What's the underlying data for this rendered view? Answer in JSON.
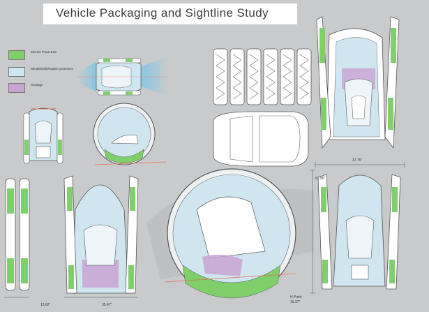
{
  "title": "Vehicle Packaging and Sightline Study",
  "legend": [
    {
      "label": "Electric Powertrain",
      "color": "#7fcf6a"
    },
    {
      "label": "Windshield/Weather protection",
      "color": "#c9e6f2"
    },
    {
      "label": "Stowage",
      "color": "#c9a3d4"
    }
  ],
  "dimensions": {
    "top_width": "37.75\"",
    "side_height": "61.56\"",
    "width_a": "13.62\"",
    "width_b": "35.47\"",
    "h_point_label": "H Point",
    "h_point_value": "15.37\""
  },
  "colors": {
    "background": "#c9cacb",
    "powertrain": "#7fcf6a",
    "windshield": "#c9e6f2",
    "stowage": "#c9a3d4",
    "outline": "#555555"
  }
}
